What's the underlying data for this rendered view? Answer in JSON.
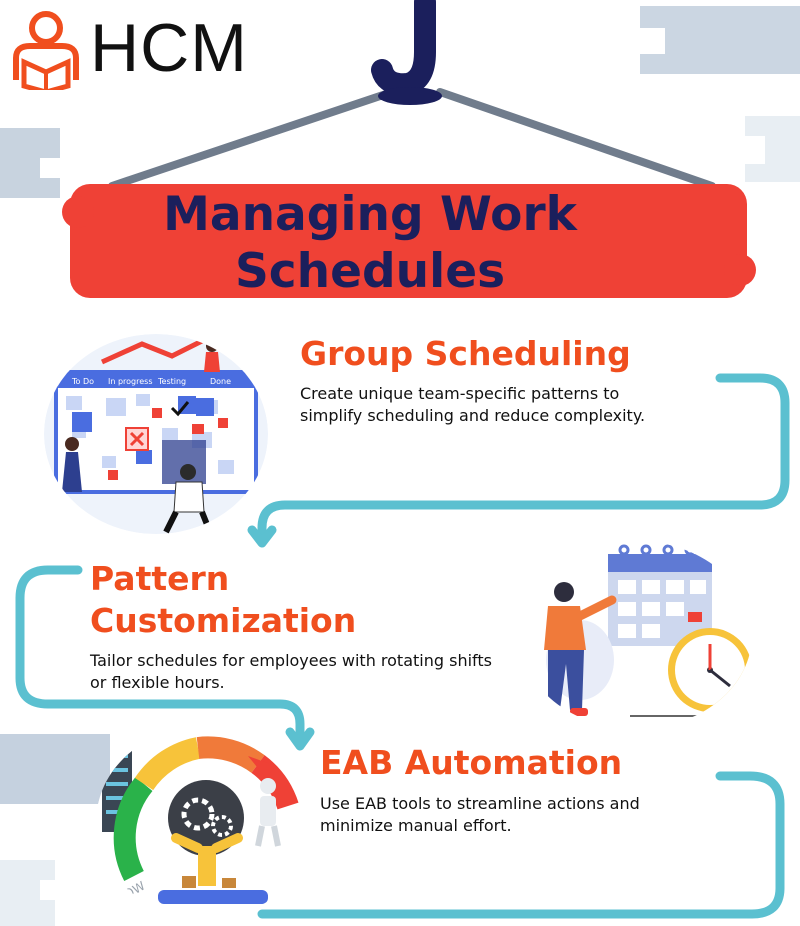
{
  "brand": {
    "name": "HCM",
    "accent": "#f04e1e",
    "navy": "#1b1f5c",
    "banner": "#ef4136",
    "connector": "#5bc0d0"
  },
  "banner": {
    "title": "Managing Work Schedules"
  },
  "sections": [
    {
      "title": "Group Scheduling",
      "description": "Create unique team-specific patterns to simplify scheduling and reduce complexity.",
      "board_columns": [
        "To Do",
        "In progress",
        "Testing",
        "Done"
      ]
    },
    {
      "title": "Pattern Customization",
      "description": "Tailor schedules for employees with rotating shifts or flexible hours."
    },
    {
      "title": "EAB Automation",
      "description": "Use EAB tools to streamline actions and minimize manual effort.",
      "gauge_label": "LOW"
    }
  ]
}
